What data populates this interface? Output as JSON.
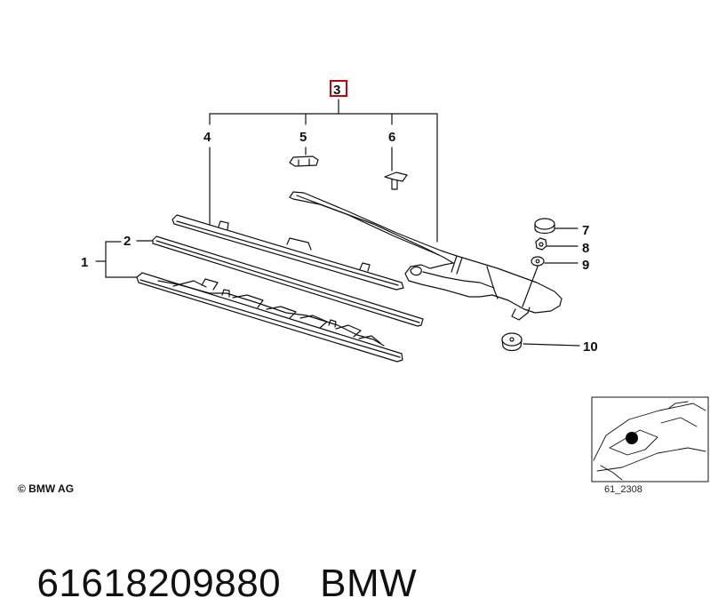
{
  "diagram": {
    "callouts": {
      "c1": "1",
      "c2": "2",
      "c3": "3",
      "c4": "4",
      "c5": "5",
      "c6": "6",
      "c7": "7",
      "c8": "8",
      "c9": "9",
      "c10": "10"
    },
    "copyright": "© BMW AG",
    "diagram_code": "61_2308",
    "highlight_color": "#cc0000"
  },
  "footer": {
    "part_number": "61618209880",
    "brand": "BMW"
  }
}
